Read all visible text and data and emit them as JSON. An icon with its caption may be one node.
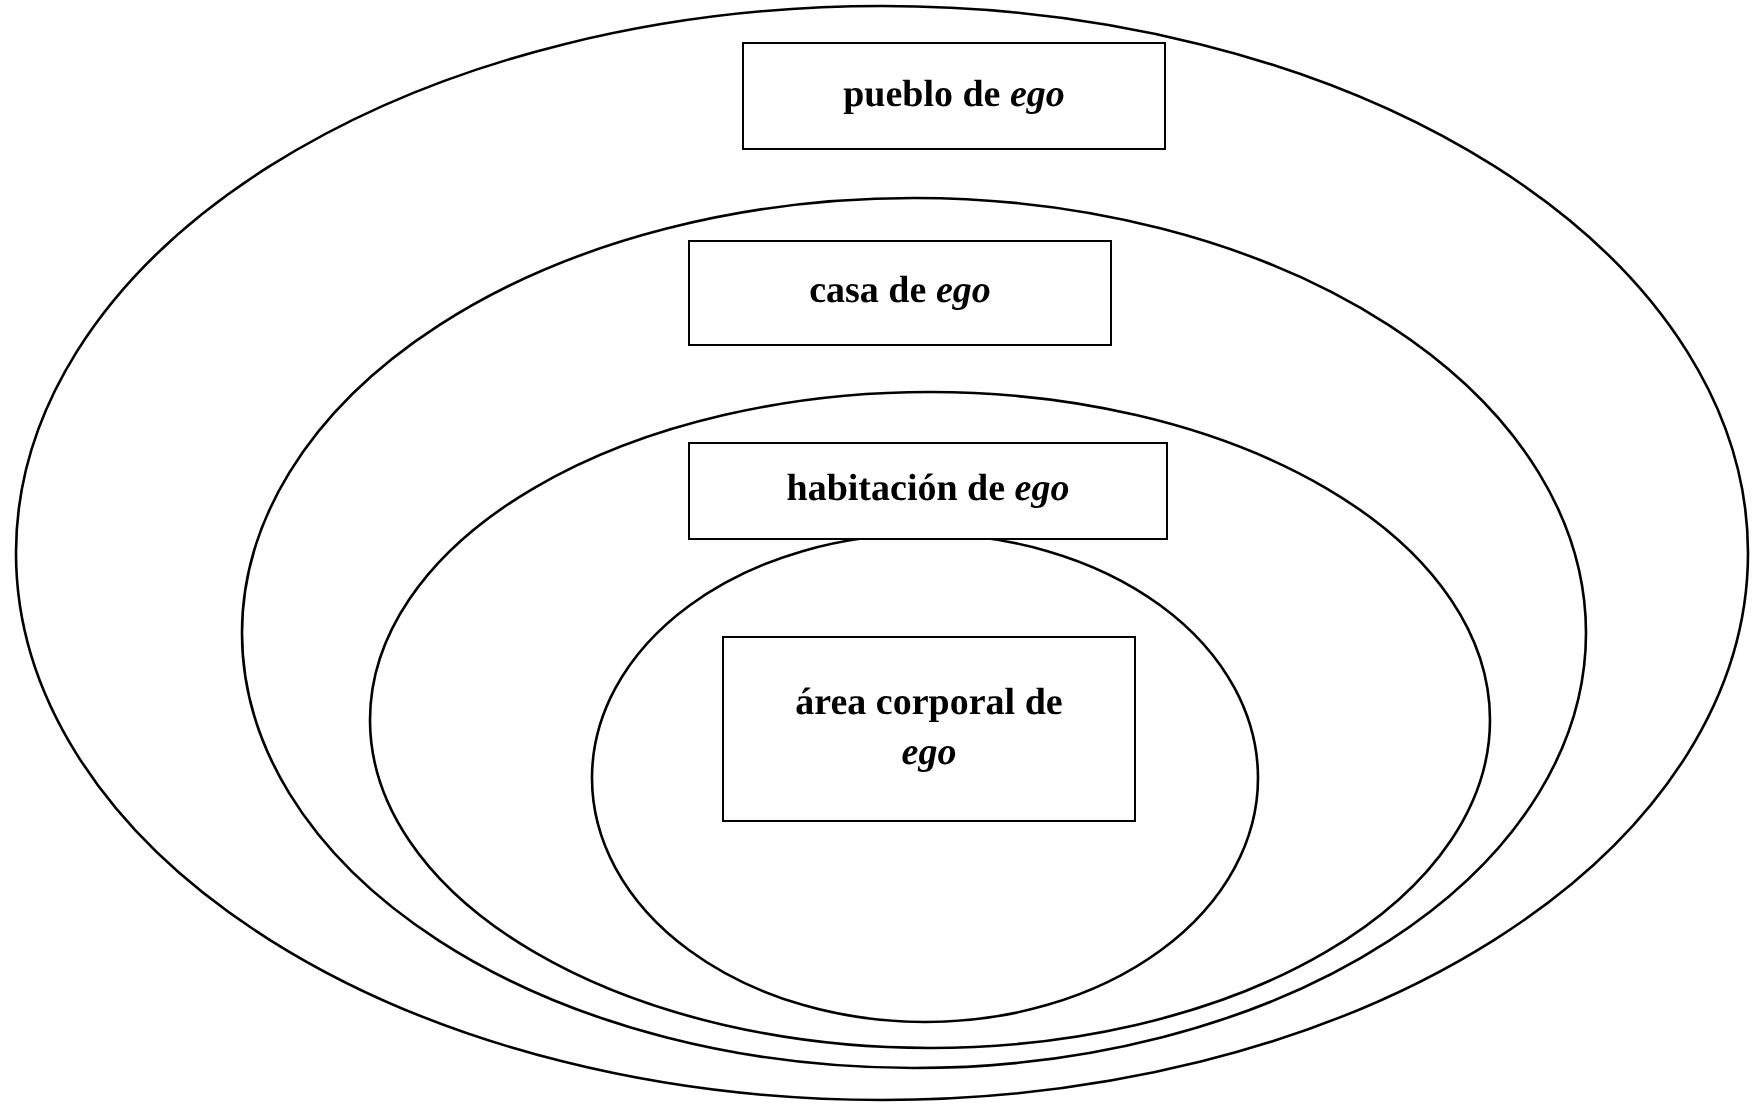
{
  "diagram": {
    "nodes": [
      {
        "text": [],
        "shape": "ellipse"
      },
      {
        "text": [
          "pueblo de *ego*"
        ],
        "in": 0
      },
      {
        "text": [],
        "shape": "ellipse",
        "in": 0
      },
      {
        "text": [
          "casa de *ego*"
        ],
        "in": 2
      },
      {
        "text": [],
        "shape": "ellipse",
        "in": 2
      },
      {
        "text": [
          "habitación de *ego*"
        ],
        "in": 4
      },
      {
        "text": [],
        "shape": "ellipse",
        "in": 4
      },
      {
        "text": [
          "área corporal de *ego*"
        ],
        "in": 6
      }
    ]
  }
}
